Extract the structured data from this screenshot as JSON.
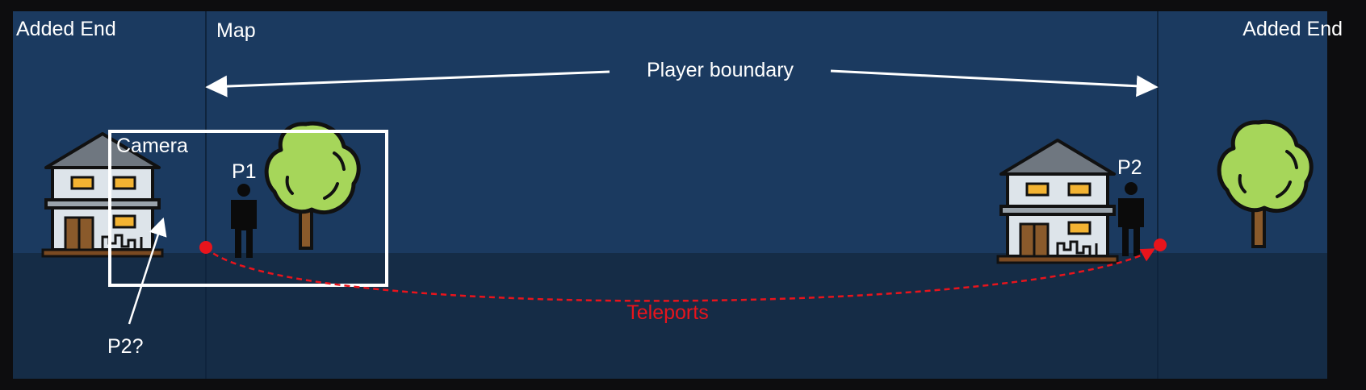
{
  "labels": {
    "added_end_left": "Added End",
    "added_end_right": "Added End",
    "map": "Map",
    "player_boundary": "Player boundary",
    "camera": "Camera",
    "p1": "P1",
    "p2": "P2",
    "p2_question": "P2?",
    "teleports": "Teleports"
  },
  "icons": {
    "house_left": "house-icon",
    "house_right": "house-icon",
    "tree_left": "tree-icon",
    "tree_right": "tree-icon",
    "player_1": "person-icon",
    "player_2": "person-icon"
  },
  "colors": {
    "page_border": "#0d0d0f",
    "sky": "#1b3a60",
    "ground": "#152c46",
    "text": "#ffffff",
    "teleport": "#e8141c",
    "camera_box": "#ffffff",
    "tree_foliage": "#a6d65a",
    "house_wall": "#dde4ea",
    "house_roof": "#6f7780",
    "window": "#f3b332",
    "figure": "#0b0b0b"
  }
}
